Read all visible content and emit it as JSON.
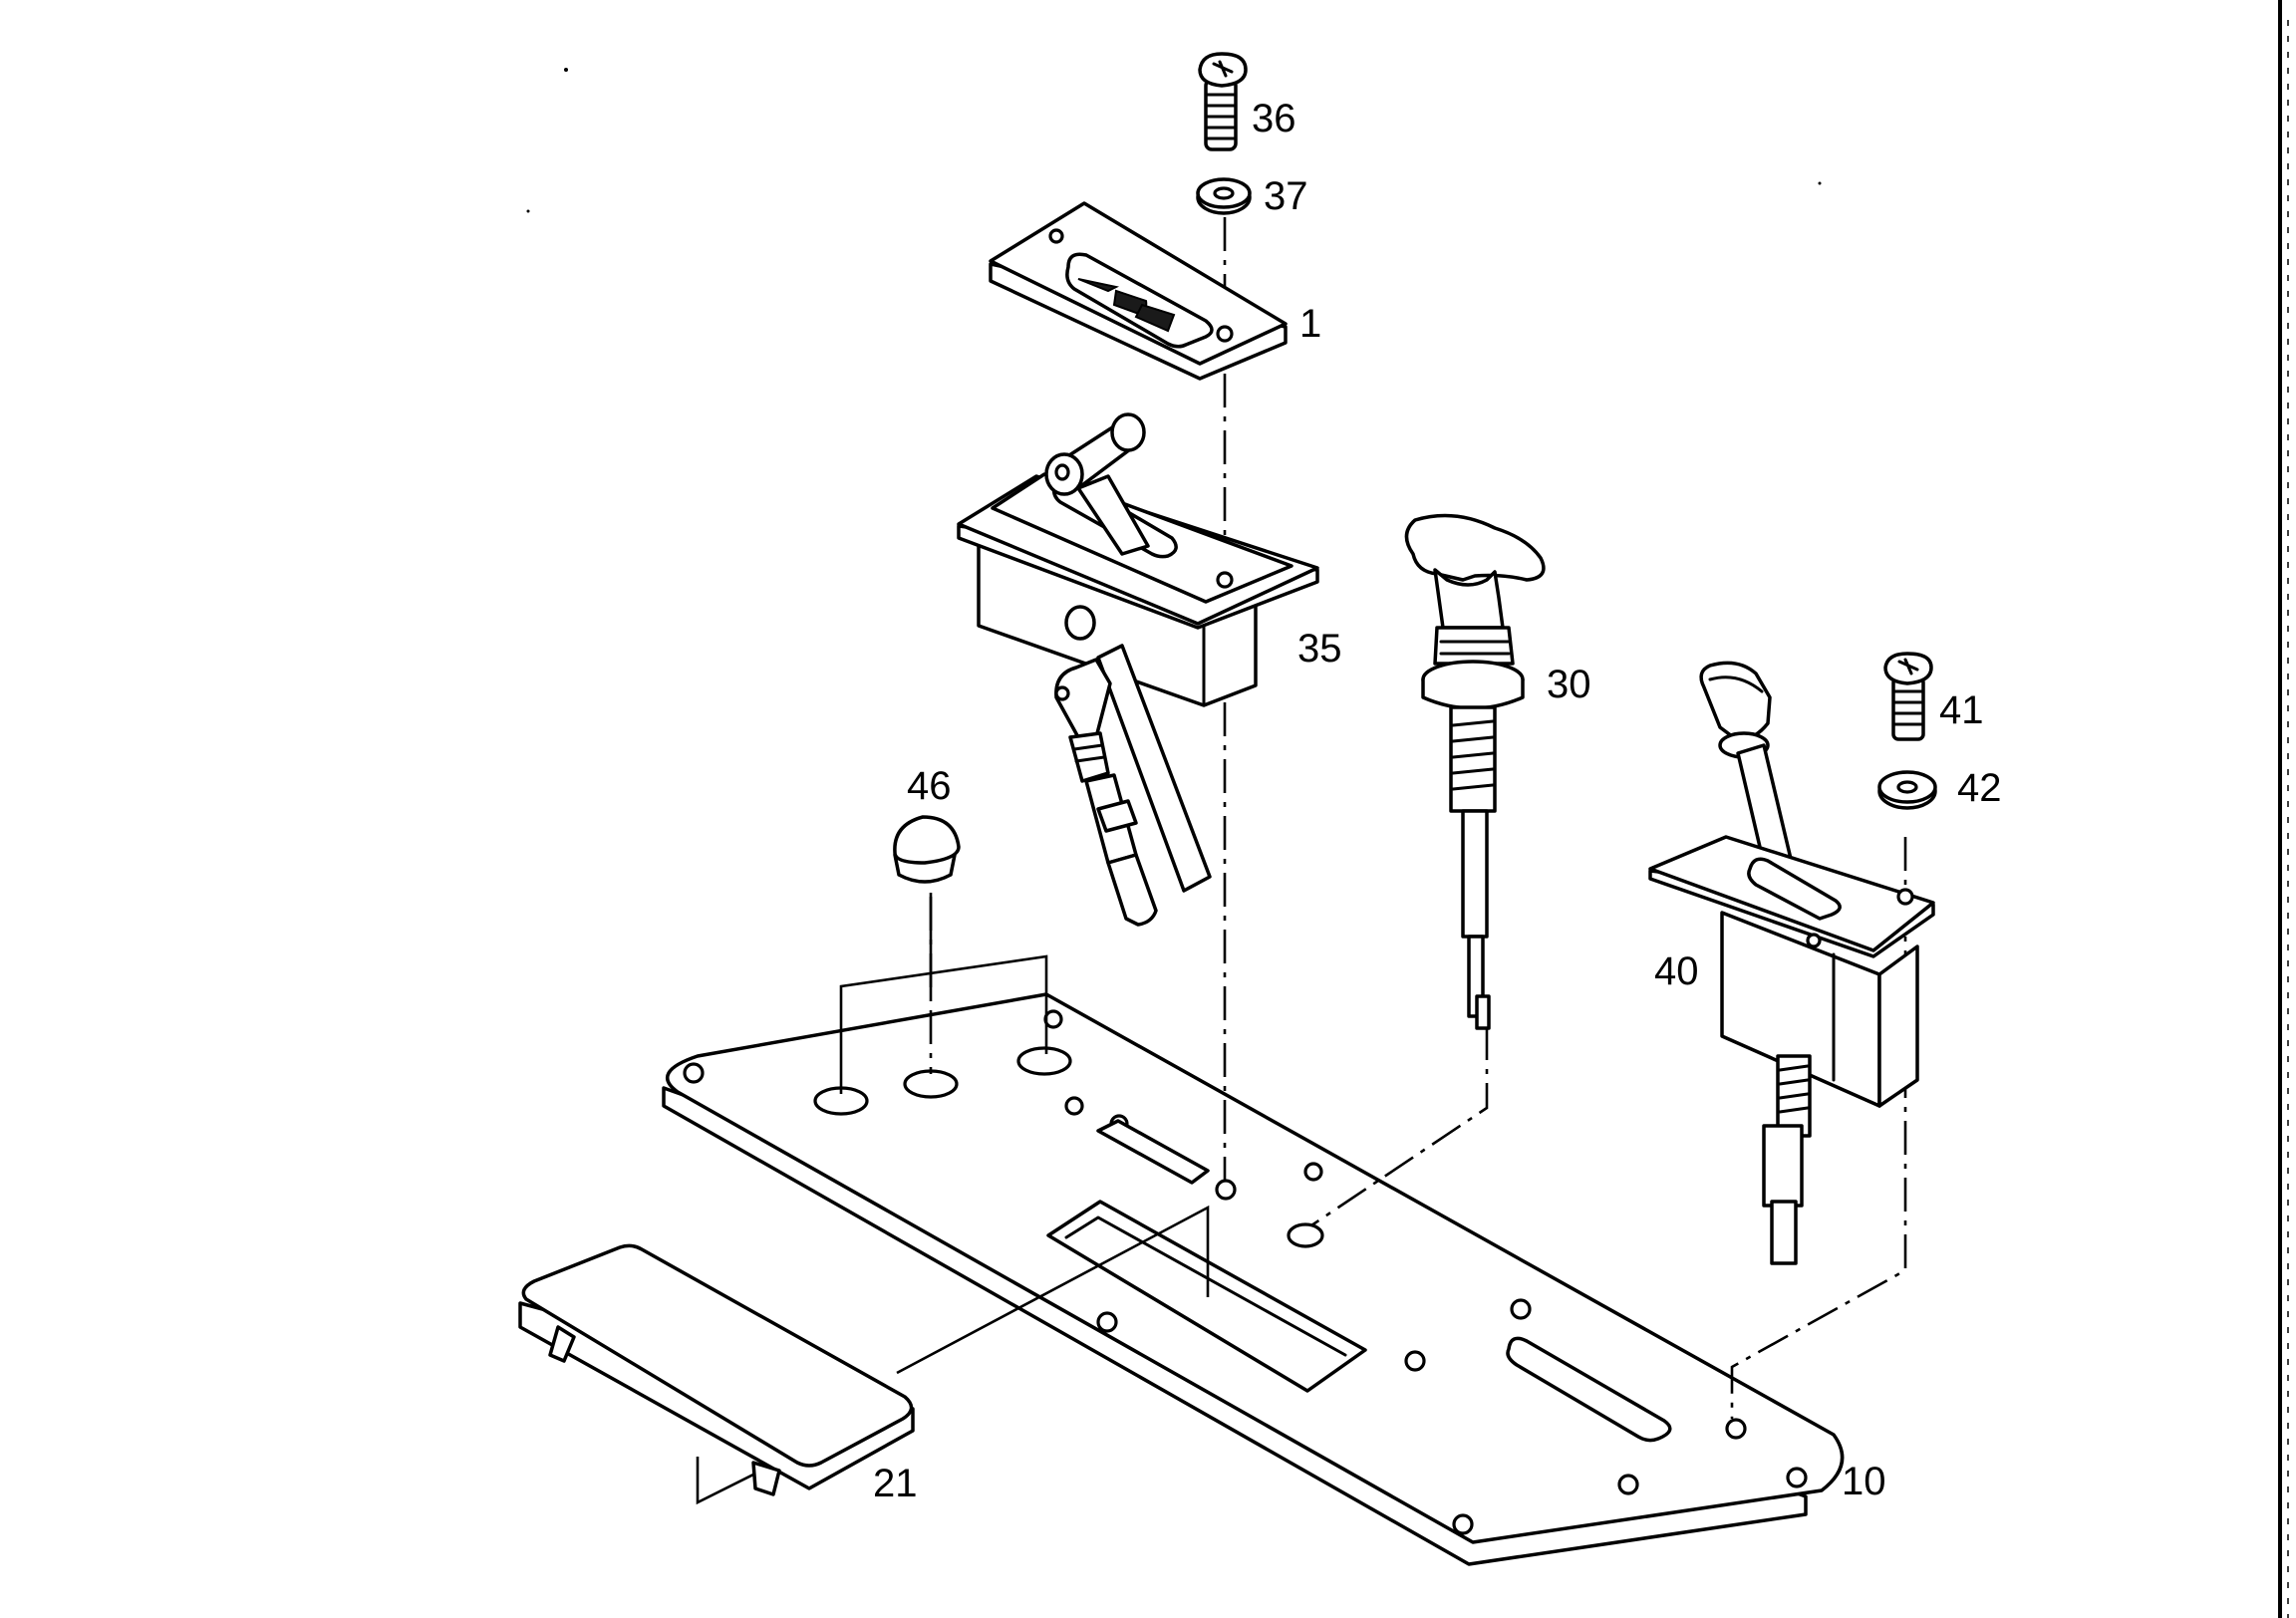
{
  "callouts": {
    "p1": "1",
    "p10": "10",
    "p21": "21",
    "p30": "30",
    "p35": "35",
    "p36": "36",
    "p37": "37",
    "p40": "40",
    "p41": "41",
    "p42": "42",
    "p46": "46"
  }
}
